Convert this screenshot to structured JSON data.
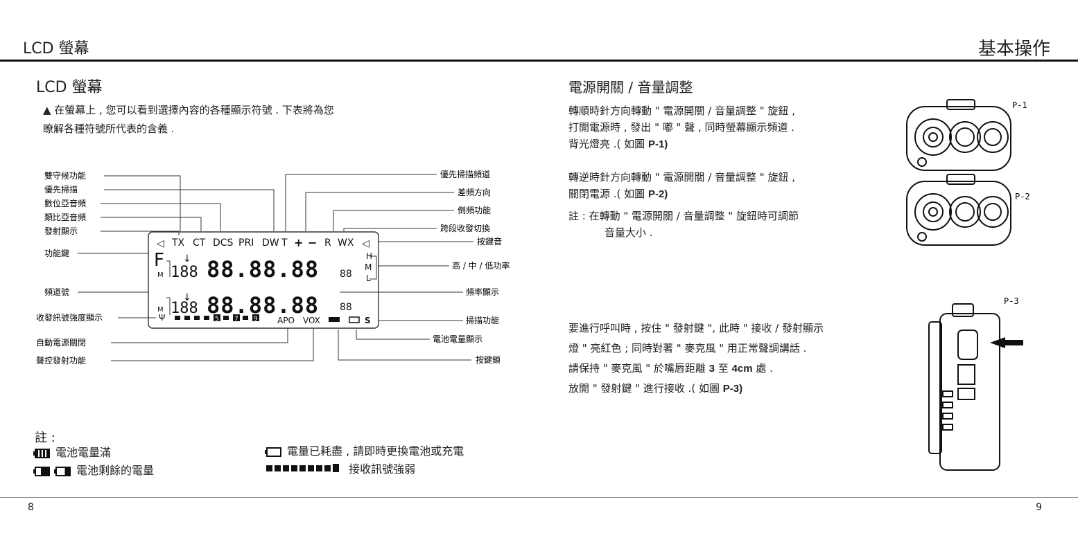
{
  "header": {
    "left_title": "LCD 螢幕",
    "right_title": "基本操作"
  },
  "left": {
    "heading": "LCD 螢幕",
    "intro_line1": "▲ 在螢幕上 , 您可以看到選擇內容的各種顯示符號 . 下表將為您",
    "intro_line2": "瞭解各種符號所代表的含義 .",
    "labels_left": [
      "雙守候功能",
      "優先掃描",
      "數位亞音頻",
      "類比亞音頻",
      "發射顯示",
      "功能鍵",
      "頻道號",
      "收發訊號強度顯示",
      "自動電源關閉",
      "聲控發射功能"
    ],
    "labels_right": [
      "優先掃描頻道",
      "差頻方向",
      "倒頻功能",
      "跨段收發切換",
      "按鍵音",
      "高 / 中 / 低功率",
      "頻率顯示",
      "掃描功能",
      "電池電量顯示",
      "按鍵鎖"
    ],
    "lcd": {
      "top_row": [
        "TX",
        "CT",
        "DCS",
        "PRI",
        "DW",
        "T",
        "R",
        "WX"
      ],
      "f": "F",
      "hml": [
        "H",
        "M",
        "L"
      ],
      "m": "M",
      "ch1": "188",
      "ch2": "188",
      "freq": "88.88.88",
      "sub1": "88",
      "sub2": "88",
      "apo": "APO",
      "vox": "VOX",
      "s": "S",
      "n5": "5",
      "n7": "7",
      "n9": "9"
    },
    "notes": {
      "heading": "註 :",
      "battery_full": "電池電量滿",
      "battery_remaining": "電池剩餘的電量",
      "battery_empty": "電量已耗盡 , 請即時更換電池或充電",
      "signal_strength": "接收訊號強弱"
    }
  },
  "right": {
    "heading": "電源開關 / 音量調整",
    "p1": [
      "轉順時針方向轉動 \" 電源開關 / 音量調整 \" 旋鈕 ,",
      "打開電源時 , 發出 \" 嘟 \" 聲 , 同時螢幕顯示頻道 .",
      "背光燈亮 .( 如圖 ",
      "P-1",
      ")"
    ],
    "p2": [
      "轉逆時針方向轉動 \" 電源開關 / 音量調整 \" 旋鈕 ,",
      "關閉電源 .( 如圖 ",
      "P-2",
      ")"
    ],
    "note": [
      "註 :  在轉動 \" 電源開關 / 音量調整 \" 旋鈕時可調節",
      "音量大小 ."
    ],
    "p3": [
      "要進行呼叫時 , 按住 \" 發射鍵 \", 此時 \" 接收 / 發射顯示",
      "燈 \" 亮紅色 ; 同時對著 \" 麥克風 \" 用正常聲調講話 .",
      "請保持 \" 麥克風 \" 於嘴唇距離 ",
      "3",
      " 至 ",
      "4cm",
      " 處 .",
      "放開 \" 發射鍵 \" 進行接收 .( 如圖 ",
      "P-3",
      ")"
    ],
    "fig_labels": [
      "P-1",
      "P-2",
      "P-3"
    ]
  },
  "footer": {
    "left_page": "8",
    "right_page": "9"
  }
}
